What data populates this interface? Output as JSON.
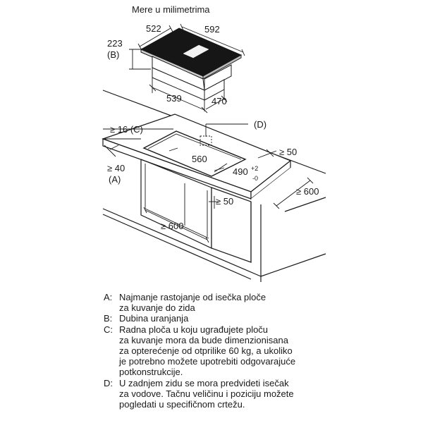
{
  "header": {
    "units": "Mere u milimetrima"
  },
  "hob": {
    "width_top": "522",
    "width_right": "592",
    "height": "223",
    "height_ref": "(B)",
    "depth_front": "539",
    "depth_side": "470"
  },
  "cabinet": {
    "min_top_thickness": "≥ 16 (C)",
    "ref_d": "(D)",
    "cutout_width": "560",
    "cutout_depth": "490",
    "tol_plus": "+2",
    "tol_minus": "-0",
    "min_side_gap": "≥ 50",
    "min_front_gap": "≥ 40",
    "front_ref": "(A)",
    "min_depth": "≥ 600",
    "min_rear_gap": "≥ 50",
    "inner_width": "≥ 600"
  },
  "legend": [
    {
      "key": "A:",
      "lines": [
        "Najmanje rastojanje od isečka ploče",
        "za kuvanje do zida"
      ]
    },
    {
      "key": "B:",
      "lines": [
        "Dubina uranjanja"
      ]
    },
    {
      "key": "C:",
      "lines": [
        "Radna ploča u koju ugrađujete ploču",
        "za kuvanje mora da bude dimenzionisana",
        "za opterećenje od otprilike 60 kg, a ukoliko",
        "je potrebno možete upotrebiti odgovarajuće",
        "potkonstrukcije."
      ]
    },
    {
      "key": "D:",
      "lines": [
        "U zadnjem zidu se mora predvideti isečak",
        "za vodove. Tačnu veličinu i poziciju možete",
        "pogledati u specifičnom crtežu."
      ]
    }
  ]
}
